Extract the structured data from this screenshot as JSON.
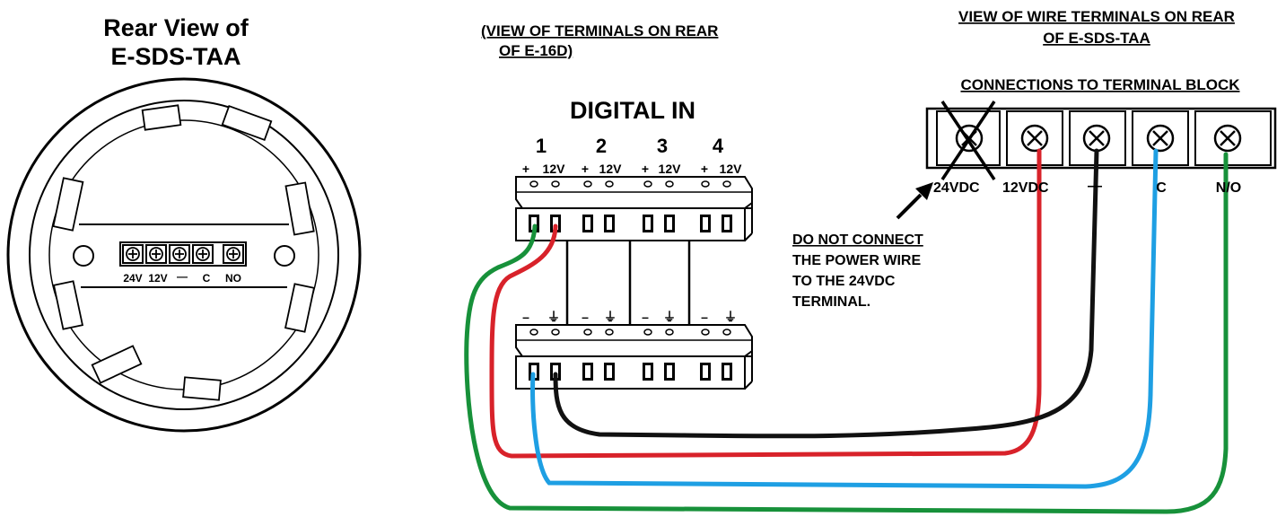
{
  "rear_view": {
    "title_line1": "Rear View of",
    "title_line2": "E-SDS-TAA",
    "terminal_labels": [
      "24V",
      "12V",
      "—",
      "C",
      "NO"
    ]
  },
  "e16d": {
    "header_line1": "(VIEW OF TERMINALS ON REAR",
    "header_line2": "OF E-16D)",
    "digital_in_label": "DIGITAL IN",
    "channels": [
      "1",
      "2",
      "3",
      "4"
    ],
    "top_terminal_labels": [
      "+",
      "12V"
    ],
    "bottom_terminal_labels": [
      "–",
      "⏚"
    ]
  },
  "terminal_block": {
    "header_line1": "VIEW OF WIRE TERMINALS ON REAR",
    "header_line2": "OF E-SDS-TAA",
    "subheader": "CONNECTIONS TO TERMINAL BLOCK",
    "labels": [
      "24VDC",
      "12VDC",
      "—",
      "C",
      "N/O"
    ]
  },
  "warning": {
    "line1": "DO NOT CONNECT",
    "line2": "THE POWER WIRE",
    "line3": "TO  THE 24VDC",
    "line4": "TERMINAL."
  },
  "wire_colors": {
    "green": "#17913a",
    "red": "#d8222a",
    "black": "#111111",
    "blue": "#1e9fe3"
  }
}
